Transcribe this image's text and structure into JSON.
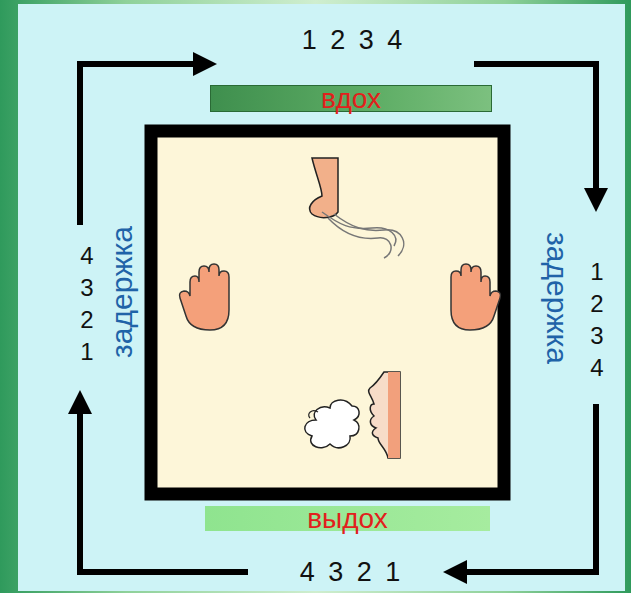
{
  "diagram": {
    "nodes": [
      {
        "text": [
          "вдох"
        ]
      },
      {
        "text": [
          "выдох"
        ]
      }
    ],
    "labels": [
      "1 2 3 4",
      "задержка",
      "1 2 3 4",
      "4 3 2 1",
      "задержка",
      "4 3 2 1"
    ]
  }
}
